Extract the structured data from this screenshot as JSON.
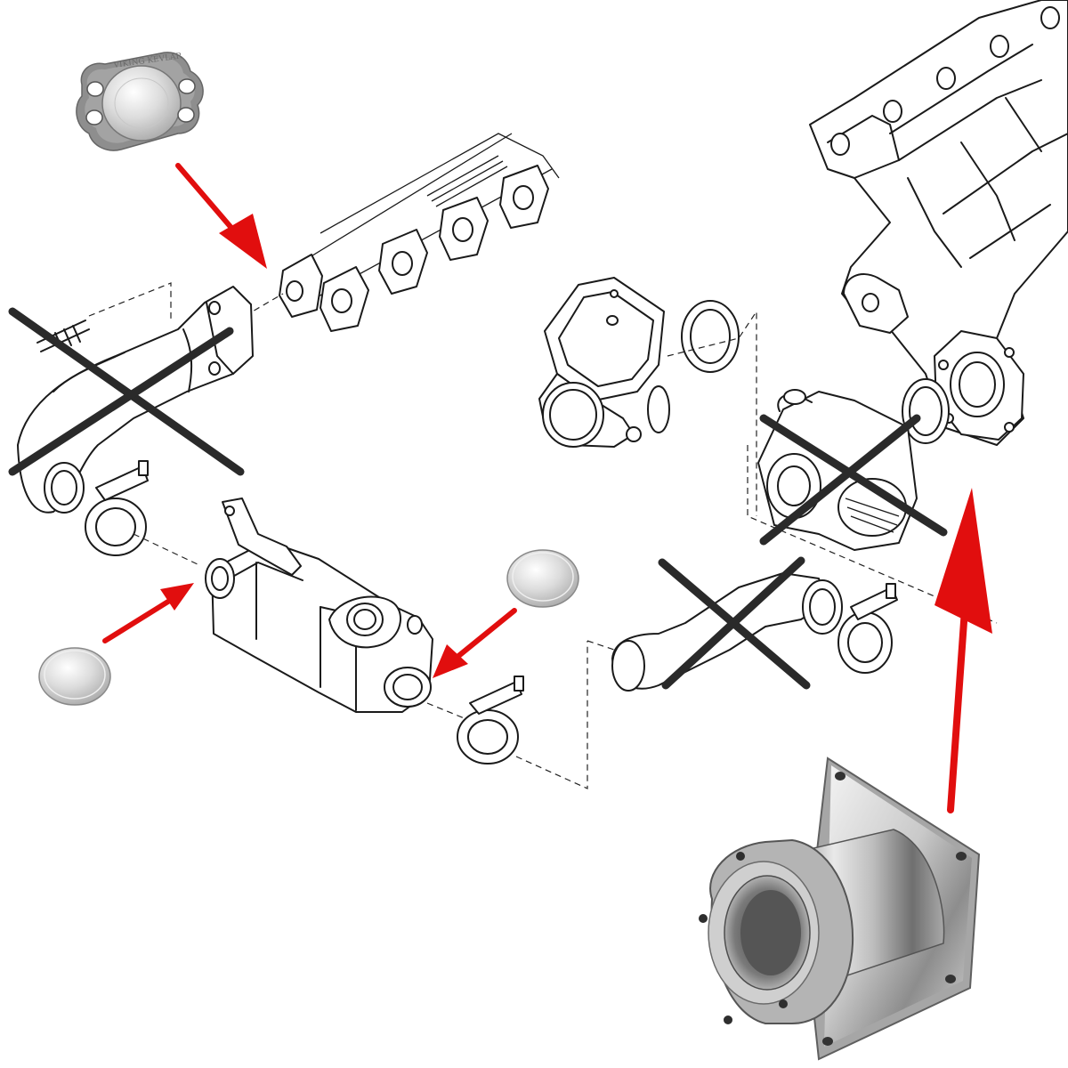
{
  "image": {
    "plate_stamp_text": "VIKING KEVLAR",
    "colors": {
      "background": "#ffffff",
      "line_art": "#1a1a1a",
      "arrow": "#e10e0e",
      "cross_mark": "#2a2a2a",
      "metal": "#b8b8b8"
    },
    "parts": [
      {
        "id": "blanking-plate",
        "kind": "photo",
        "status": "replacement"
      },
      {
        "id": "exhaust-manifold",
        "kind": "line-drawing",
        "status": "kept"
      },
      {
        "id": "egr-pipe-left",
        "kind": "line-drawing",
        "status": "removed"
      },
      {
        "id": "egr-cooler",
        "kind": "line-drawing",
        "status": "kept"
      },
      {
        "id": "blanking-disc-left",
        "kind": "photo",
        "status": "replacement"
      },
      {
        "id": "blanking-disc-right",
        "kind": "photo",
        "status": "replacement"
      },
      {
        "id": "throttle-body",
        "kind": "line-drawing",
        "status": "kept"
      },
      {
        "id": "intake-manifold",
        "kind": "line-drawing",
        "status": "kept"
      },
      {
        "id": "egr-valve",
        "kind": "line-drawing",
        "status": "removed"
      },
      {
        "id": "egr-pipe-right",
        "kind": "line-drawing",
        "status": "removed"
      },
      {
        "id": "egr-delete-adapter-pipe",
        "kind": "photo",
        "status": "replacement"
      }
    ],
    "removal_marks": 3,
    "red_arrows": 4
  }
}
